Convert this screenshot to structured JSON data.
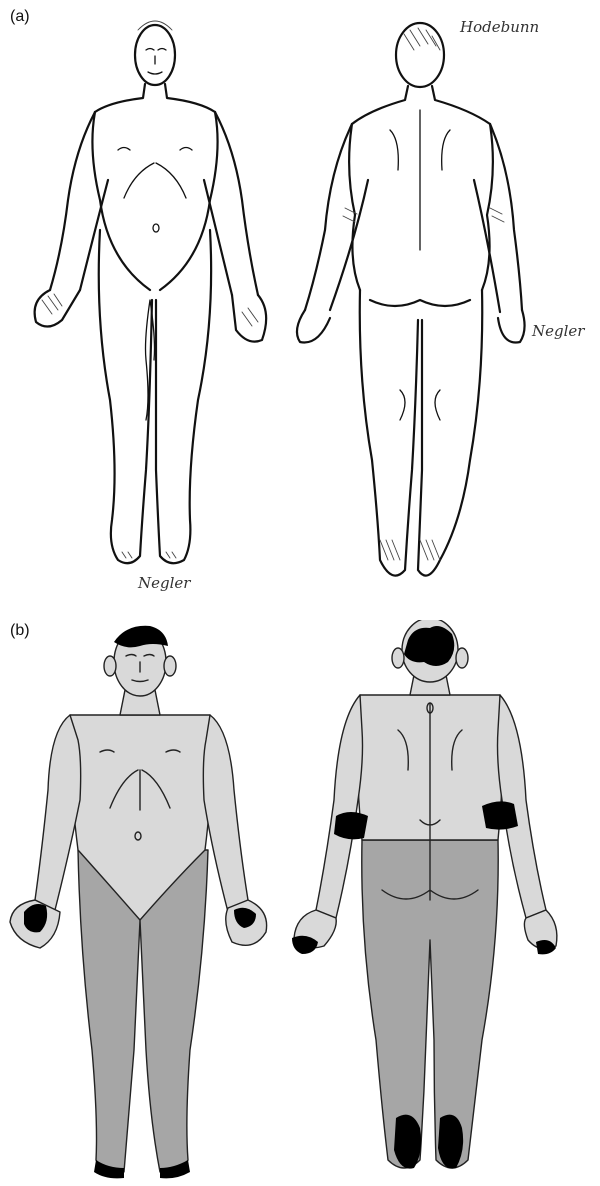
{
  "panels": [
    {
      "label": "(a)",
      "annotations": [
        "Hodebunn",
        "Negler",
        "Negler"
      ]
    },
    {
      "label": "(b)"
    }
  ],
  "colors": {
    "background": "#ffffff",
    "sketch_line": "#111111",
    "skin_light": "#d9d9d9",
    "skin_mid": "#bdbdbd",
    "lower_body": "#a6a6a6",
    "lesion": "#000000"
  },
  "affected_regions": [
    "scalp",
    "left-upper-arm",
    "right-upper-arm",
    "hands",
    "fingernails",
    "toenails",
    "feet"
  ]
}
